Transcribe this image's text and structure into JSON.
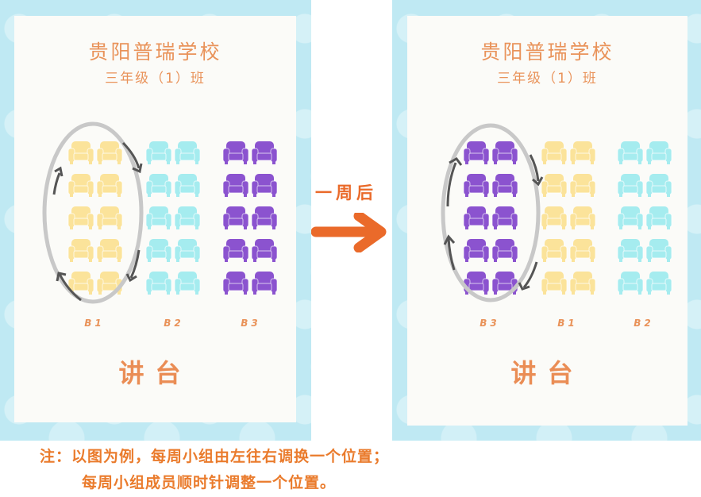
{
  "colors": {
    "yellow": "#fbe39a",
    "cyan": "#a5ecef",
    "purple": "#8b53cf",
    "accent_orange": "#e9935a",
    "arrow_orange": "#ea6a2a"
  },
  "left_panel": {
    "school": "贵阳普瑞学校",
    "class_name": "三年级（1）班",
    "podium": "讲台",
    "groups": [
      {
        "label": "B1",
        "color": "yellow"
      },
      {
        "label": "B2",
        "color": "cyan"
      },
      {
        "label": "B3",
        "color": "purple"
      }
    ]
  },
  "right_panel": {
    "school": "贵阳普瑞学校",
    "class_name": "三年级（1）班",
    "podium": "讲台",
    "groups": [
      {
        "label": "B3",
        "color": "purple"
      },
      {
        "label": "B1",
        "color": "yellow"
      },
      {
        "label": "B2",
        "color": "cyan"
      }
    ]
  },
  "transition_label": "一周后",
  "icons": [
    "armchair-icon",
    "arrow-right-icon",
    "clockwise-rotation-icon"
  ],
  "note": {
    "line1": "注：以图为例，每周小组由左往右调换一个位置；",
    "line2": "每周小组成员顺时针调整一个位置。"
  }
}
